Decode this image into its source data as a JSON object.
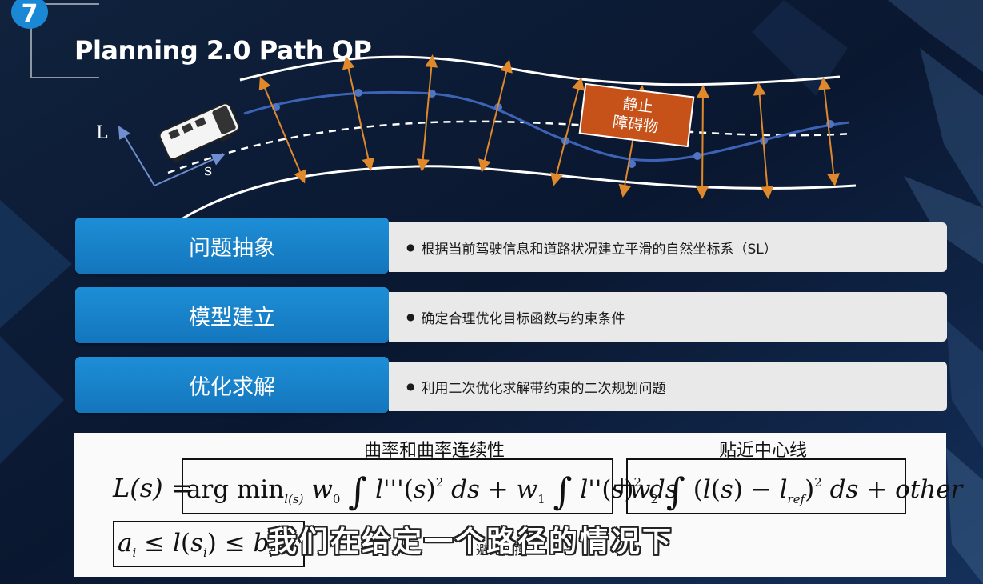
{
  "slide": {
    "number": "7",
    "title": "Planning 2.0 Path QP"
  },
  "diagram": {
    "axis_l": "L",
    "axis_s": "s",
    "obstacle_label_line1": "静止",
    "obstacle_label_line2": "障碍物"
  },
  "rows": [
    {
      "label": "问题抽象",
      "description": "根据当前驾驶信息和道路状况建立平滑的自然坐标系（SL）"
    },
    {
      "label": "模型建立",
      "description": "确定合理优化目标函数与约束条件"
    },
    {
      "label": "优化求解",
      "description": "利用二次优化求解带约束的二次规划问题"
    }
  ],
  "formula": {
    "heading_curvature": "曲率和曲率连续性",
    "heading_centerline": "贴近中心线",
    "lhs": "L(s) =",
    "argmin": "arg min",
    "argmin_sub": "l(s)",
    "term_other": "+ other",
    "constraint_label": "避免碰撞"
  },
  "subtitle": "我们在给定一个路径的情况下",
  "colors": {
    "accent_blue": "#1a88d4",
    "obstacle_orange": "#c6521a",
    "path_blue": "#3d63b6",
    "arrow_orange": "#e0892c"
  }
}
